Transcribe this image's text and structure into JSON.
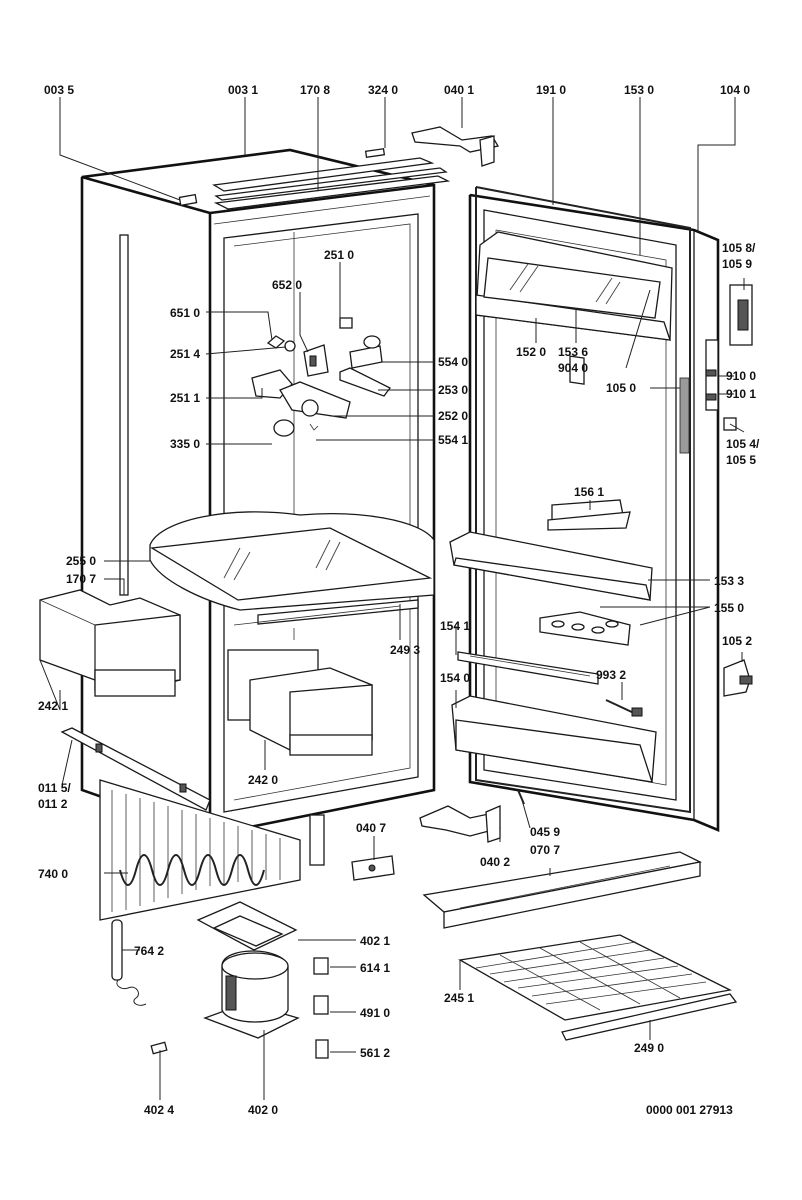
{
  "labels": {
    "l0035": "003 5",
    "l0031": "003 1",
    "l1708": "170 8",
    "l3240": "324 0",
    "l0401": "040 1",
    "l1910": "191 0",
    "l1530": "153 0",
    "l1040": "104 0",
    "l2510": "251 0",
    "l6520": "652 0",
    "l6510": "651 0",
    "l2514": "251 4",
    "l5540": "554 0",
    "l2530": "253 0",
    "l2511": "251 1",
    "l2520": "252 0",
    "l3350": "335 0",
    "l5541": "554 1",
    "l1520": "152 0",
    "l1536": "153 6",
    "l9040": "904 0",
    "l1058": "105 8/",
    "l1059": "105 9",
    "l9100": "910 0",
    "l9101": "910 1",
    "l1050": "105 0",
    "l1054": "105 4/",
    "l1055": "105 5",
    "l1561": "156 1",
    "l2550": "255 0",
    "l1707": "170 7",
    "l1533": "153 3",
    "l1550": "155 0",
    "l2493": "249 3",
    "l1541": "154 1",
    "l1052": "105 2",
    "l2421": "242 1",
    "l9932": "993 2",
    "l1540": "154 0",
    "l2420": "242 0",
    "l0115": "011 5/",
    "l0112": "011 2",
    "l0407": "040 7",
    "l0459": "045 9",
    "l0402": "040 2",
    "l0707": "070 7",
    "l7400": "740 0",
    "l4021": "402 1",
    "l7642": "764 2",
    "l6141": "614 1",
    "l2451": "245 1",
    "l4910": "491 0",
    "l2490": "249 0",
    "l5612": "561 2",
    "l4024": "402 4",
    "l4020": "402 0",
    "l_doc": "0000 001 27913"
  }
}
